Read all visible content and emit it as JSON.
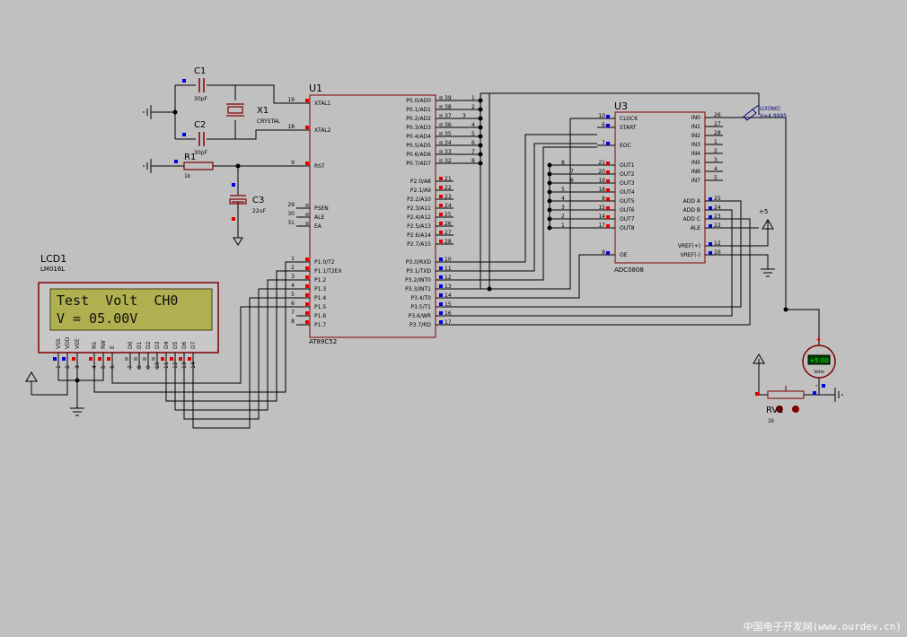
{
  "colors": {
    "background": "#c0c0c0",
    "wire": "#000000",
    "component": "#800000",
    "pin_red": "#e00000",
    "pin_blue": "#0000e0",
    "pin_gray": "#808080",
    "lcd_bezel": "#c8c8c8",
    "lcd_screen": "#b0b050",
    "lcd_text": "#101010",
    "probe": "#000080",
    "meter_display": "#008000"
  },
  "components": {
    "c1": {
      "ref": "C1",
      "value": "30pF"
    },
    "c2": {
      "ref": "C2",
      "value": "30pF"
    },
    "c3": {
      "ref": "C3",
      "value": "22uF"
    },
    "x1": {
      "ref": "X1",
      "value": "CRYSTAL"
    },
    "r1": {
      "ref": "R1",
      "value": "1k"
    },
    "rv1": {
      "ref": "RV1",
      "value": "1k"
    },
    "meter": {
      "display": "+5.00",
      "unit": "Volts"
    },
    "probe": {
      "name": "U3(IN0)",
      "reading": "V=4.9995"
    },
    "plus5": "+5"
  },
  "u1": {
    "ref": "U1",
    "part": "AT89C52",
    "left_pins": [
      {
        "num": "19",
        "label": "XTAL1"
      },
      {
        "num": "18",
        "label": "XTAL2"
      },
      {
        "num": "9",
        "label": "RST"
      },
      {
        "num": "29",
        "label": "PSEN"
      },
      {
        "num": "30",
        "label": "ALE"
      },
      {
        "num": "31",
        "label": "EA"
      },
      {
        "num": "1",
        "label": "P1.0/T2"
      },
      {
        "num": "2",
        "label": "P1.1/T2EX"
      },
      {
        "num": "3",
        "label": "P1.2"
      },
      {
        "num": "4",
        "label": "P1.3"
      },
      {
        "num": "5",
        "label": "P1.4"
      },
      {
        "num": "6",
        "label": "P1.5"
      },
      {
        "num": "7",
        "label": "P1.6"
      },
      {
        "num": "8",
        "label": "P1.7"
      }
    ],
    "right_pins": [
      {
        "num": "39",
        "label": "P0.0/AD0"
      },
      {
        "num": "38",
        "label": "P0.1/AD1"
      },
      {
        "num": "37",
        "label": "P0.2/AD2"
      },
      {
        "num": "36",
        "label": "P0.3/AD3"
      },
      {
        "num": "35",
        "label": "P0.4/AD4"
      },
      {
        "num": "34",
        "label": "P0.5/AD5"
      },
      {
        "num": "33",
        "label": "P0.6/AD6"
      },
      {
        "num": "32",
        "label": "P0.7/AD7"
      },
      {
        "num": "21",
        "label": "P2.0/A8"
      },
      {
        "num": "22",
        "label": "P2.1/A9"
      },
      {
        "num": "23",
        "label": "P2.2/A10"
      },
      {
        "num": "24",
        "label": "P2.3/A11"
      },
      {
        "num": "25",
        "label": "P2.4/A12"
      },
      {
        "num": "26",
        "label": "P2.5/A13"
      },
      {
        "num": "27",
        "label": "P2.6/A14"
      },
      {
        "num": "28",
        "label": "P2.7/A15"
      },
      {
        "num": "10",
        "label": "P3.0/RXD"
      },
      {
        "num": "11",
        "label": "P3.1/TXD"
      },
      {
        "num": "12",
        "label": "P3.2/INT0"
      },
      {
        "num": "13",
        "label": "P3.3/INT1"
      },
      {
        "num": "14",
        "label": "P3.4/T0"
      },
      {
        "num": "15",
        "label": "P3.5/T1"
      },
      {
        "num": "16",
        "label": "P3.6/WR"
      },
      {
        "num": "17",
        "label": "P3.7/RD"
      }
    ],
    "bus_labels": [
      "1",
      "2",
      "3",
      "4",
      "5",
      "6",
      "7",
      "8"
    ]
  },
  "u3": {
    "ref": "U3",
    "part": "ADC0808",
    "left_pins": [
      {
        "num": "10",
        "label": "CLOCK"
      },
      {
        "num": "6",
        "label": "START"
      },
      {
        "num": "7",
        "label": "EOC"
      },
      {
        "num": "21",
        "label": "OUT1"
      },
      {
        "num": "20",
        "label": "OUT2"
      },
      {
        "num": "19",
        "label": "OUT3"
      },
      {
        "num": "18",
        "label": "OUT4"
      },
      {
        "num": "8",
        "label": "OUT5"
      },
      {
        "num": "15",
        "label": "OUT6"
      },
      {
        "num": "14",
        "label": "OUT7"
      },
      {
        "num": "17",
        "label": "OUT8"
      },
      {
        "num": "9",
        "label": "OE"
      }
    ],
    "right_pins": [
      {
        "num": "26",
        "label": "IN0"
      },
      {
        "num": "27",
        "label": "IN1"
      },
      {
        "num": "28",
        "label": "IN2"
      },
      {
        "num": "1",
        "label": "IN3"
      },
      {
        "num": "2",
        "label": "IN4"
      },
      {
        "num": "3",
        "label": "IN5"
      },
      {
        "num": "4",
        "label": "IN6"
      },
      {
        "num": "5",
        "label": "IN7"
      },
      {
        "num": "25",
        "label": "ADD A"
      },
      {
        "num": "24",
        "label": "ADD B"
      },
      {
        "num": "23",
        "label": "ADD C"
      },
      {
        "num": "22",
        "label": "ALE"
      },
      {
        "num": "12",
        "label": "VREF(+)"
      },
      {
        "num": "16",
        "label": "VREF(-)"
      }
    ],
    "bus_labels": [
      "8",
      "7",
      "6",
      "5",
      "4",
      "3",
      "2",
      "1"
    ]
  },
  "lcd": {
    "ref": "LCD1",
    "part": "LM016L",
    "line1": "Test  Volt  CH0",
    "line2": "V = 05.00V",
    "pin_labels": [
      "VSS",
      "VDD",
      "VEE",
      "RS",
      "RW",
      "E",
      "D0",
      "D1",
      "D2",
      "D3",
      "D4",
      "D5",
      "D6",
      "D7"
    ],
    "pin_nums": [
      "1",
      "2",
      "3",
      "4",
      "5",
      "6",
      "7",
      "8",
      "9",
      "10",
      "11",
      "12",
      "13",
      "14"
    ]
  },
  "watermark": "中国电子开发网(www.ourdev.cn)"
}
